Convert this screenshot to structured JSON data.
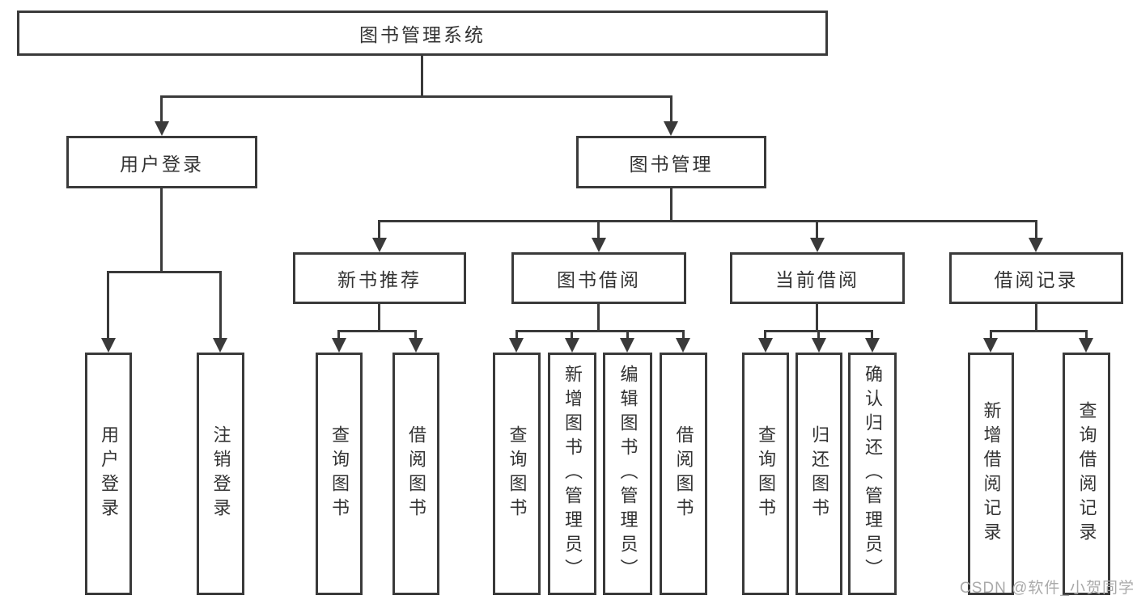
{
  "colors": {
    "line": "#3a3a3a",
    "text": "#333333",
    "bg": "#ffffff",
    "watermark": "#aaaaaa"
  },
  "watermark": "CSDN @软件_小贺同学",
  "tree": {
    "root": {
      "label": "图书管理系统"
    },
    "branches": [
      {
        "label": "用户登录",
        "children": [
          {
            "label": "用户登录"
          },
          {
            "label": "注销登录"
          }
        ]
      },
      {
        "label": "图书管理",
        "children": [
          {
            "label": "新书推荐",
            "children": [
              {
                "label": "查询图书"
              },
              {
                "label": "借阅图书"
              }
            ]
          },
          {
            "label": "图书借阅",
            "children": [
              {
                "label": "查询图书"
              },
              {
                "label": "新增图书（管理员）"
              },
              {
                "label": "编辑图书（管理员）"
              },
              {
                "label": "借阅图书"
              }
            ]
          },
          {
            "label": "当前借阅",
            "children": [
              {
                "label": "查询图书"
              },
              {
                "label": "归还图书"
              },
              {
                "label": "确认归还（管理员）"
              }
            ]
          },
          {
            "label": "借阅记录",
            "children": [
              {
                "label": "新增借阅记录"
              },
              {
                "label": "查询借阅记录"
              }
            ]
          }
        ]
      }
    ]
  }
}
